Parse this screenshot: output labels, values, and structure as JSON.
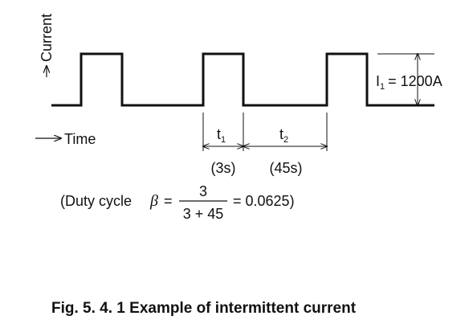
{
  "axes": {
    "y_label": "Current",
    "x_label": "Time"
  },
  "current": {
    "name": "I",
    "subscript": "1",
    "value_text": "= 1200A"
  },
  "intervals": {
    "t1": {
      "name": "t",
      "subscript": "1",
      "duration": "(3s)"
    },
    "t2": {
      "name": "t",
      "subscript": "2",
      "duration": "(45s)"
    }
  },
  "duty_cycle": {
    "prefix": "(Duty cycle",
    "symbol": "β",
    "equals": "=",
    "numerator": "3",
    "denominator": "3 + 45",
    "result": "= 0.0625)"
  },
  "caption": "Fig. 5. 4. 1  Example of intermittent current",
  "colors": {
    "ink": "#111111",
    "background": "#ffffff"
  }
}
